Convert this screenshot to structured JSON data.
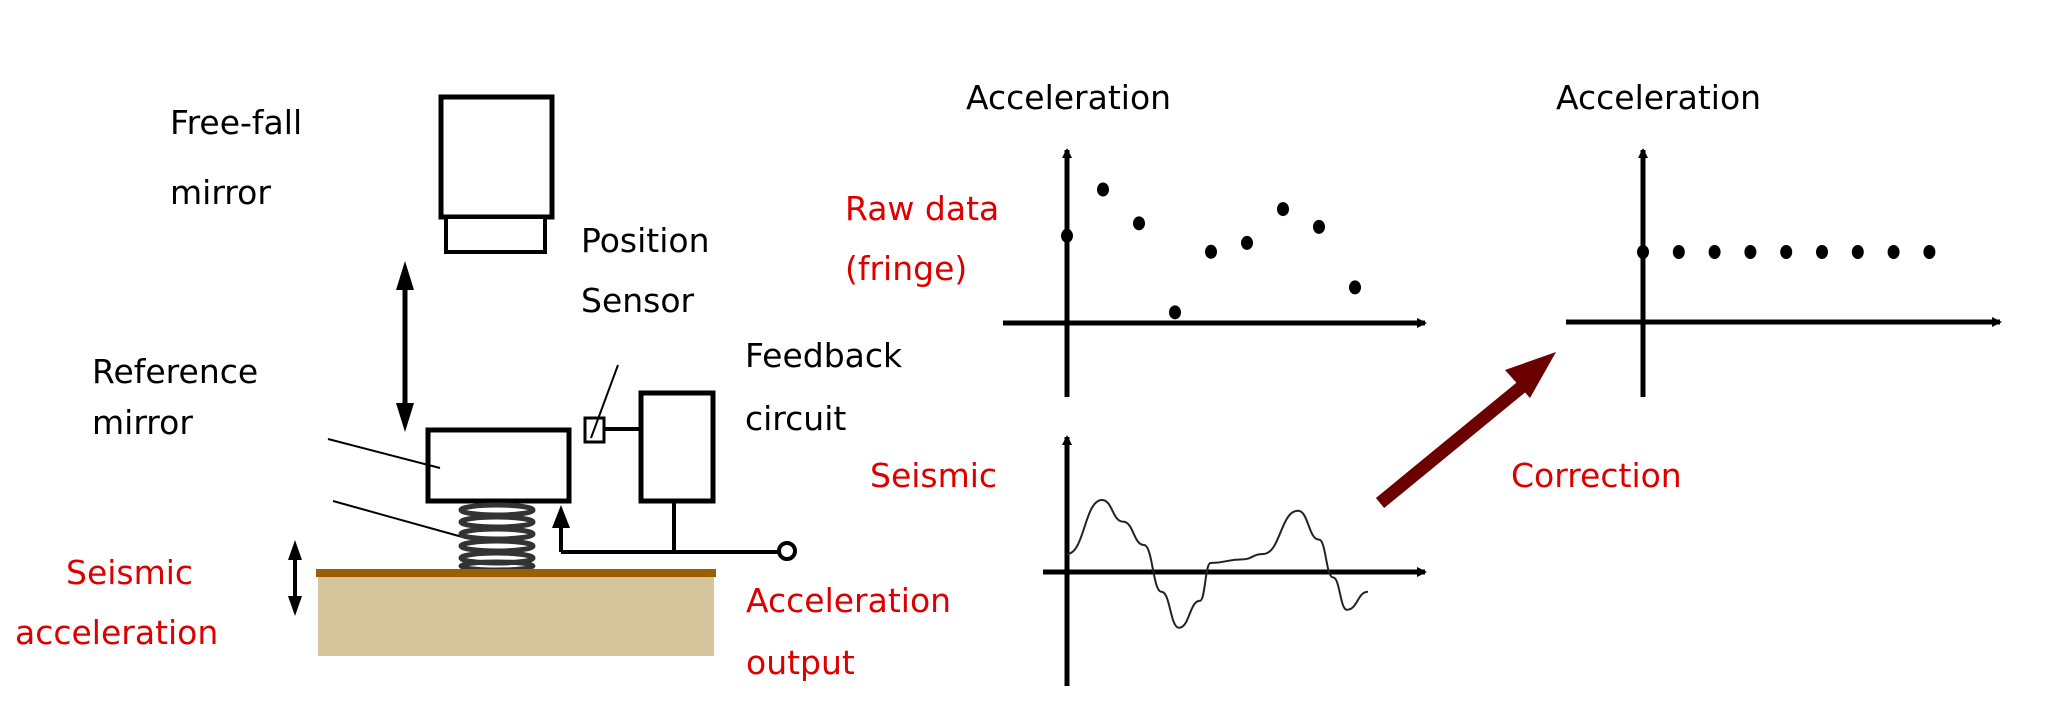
{
  "labels": {
    "free_fall_1": "Free-fall",
    "free_fall_2": "mirror",
    "position_1": "Position",
    "position_2": "Sensor",
    "reference_1": "Reference",
    "reference_2": "mirror",
    "feedback_1": "Feedback",
    "feedback_2": "circuit",
    "seismic_acc_1": "Seismic",
    "seismic_acc_2": "acceleration",
    "acc_output_1": "Acceleration",
    "acc_output_2": "output",
    "raw_1": "Raw data",
    "raw_2": "(fringe)",
    "seismic": "Seismic",
    "correction": "Correction"
  },
  "colors": {
    "red": "#dd0000",
    "ground": "#d6c59c",
    "ground_line": "#9a5f00",
    "arrow": "#6b0000"
  },
  "chart_data": [
    {
      "type": "scatter",
      "title": "Acceleration",
      "name": "raw-data",
      "x": [
        0,
        1,
        2,
        3,
        4,
        5,
        6,
        7,
        8
      ],
      "y": [
        4.9,
        7.5,
        5.6,
        0.6,
        4.0,
        4.5,
        6.4,
        5.4,
        2.0
      ],
      "ylim": [
        -4,
        10
      ],
      "xlim": [
        -2,
        12
      ]
    },
    {
      "type": "line",
      "title": "",
      "name": "seismic",
      "x": [
        0,
        1,
        1.6,
        2.2,
        2.7,
        3.2,
        3.8,
        4.1,
        5,
        5.6,
        6.6,
        7.2,
        7.6,
        8,
        8.6
      ],
      "y": [
        1.0,
        4.0,
        2.8,
        1.5,
        -1.1,
        -3.1,
        -1.6,
        0.5,
        0.7,
        1.0,
        3.4,
        1.8,
        -0.3,
        -2.1,
        -1.1
      ],
      "ylim": [
        -6,
        8
      ]
    },
    {
      "type": "scatter",
      "title": "Acceleration",
      "name": "corrected",
      "x": [
        0,
        1,
        2,
        3,
        4,
        5,
        6,
        7,
        8
      ],
      "y": [
        4,
        4,
        4,
        4,
        4,
        4,
        4,
        4,
        4
      ],
      "ylim": [
        -4,
        10
      ]
    }
  ]
}
